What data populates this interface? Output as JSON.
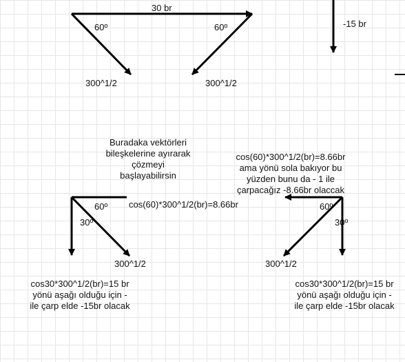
{
  "colors": {
    "arrow": "#000000",
    "text": "#111111",
    "grid": "#e6e6e6"
  },
  "top": {
    "magnitude_label": "30 br",
    "angle_left": "60º",
    "angle_right": "60º",
    "vec_left": "300^1/2",
    "vec_right": "300^1/2",
    "down_label": "-15 br"
  },
  "note": {
    "lines": [
      "Buradaka vektörleri",
      "bileşkelerine ayırarak",
      "çözmeyi",
      "başlayabilirsin"
    ]
  },
  "left": {
    "angle_60": "60º",
    "angle_30": "30º",
    "cos_label": "cos(60)*300^1/2(br)=8.66br",
    "vec_label": "300^1/2",
    "bottom_lines": [
      "cos30*300^1/2(br)=15 br",
      "yönü aşağı olduğu için -",
      "ile çarp elde -15br olacak"
    ]
  },
  "right": {
    "top_lines": [
      "cos(60)*300^1/2(br)=8.66br",
      "ama yönü sola bakıyor bu",
      "yüzden bunu da - 1 ile",
      "çarpacağız -8.66br olaccak"
    ],
    "angle_60": "60º",
    "angle_30": "30º",
    "vec_label": "300^1/2",
    "bottom_lines": [
      "cos30*300^1/2(br)=15 br",
      "yönü aşağı olduğu için -",
      "ile çarp elde -15br olacak"
    ]
  }
}
